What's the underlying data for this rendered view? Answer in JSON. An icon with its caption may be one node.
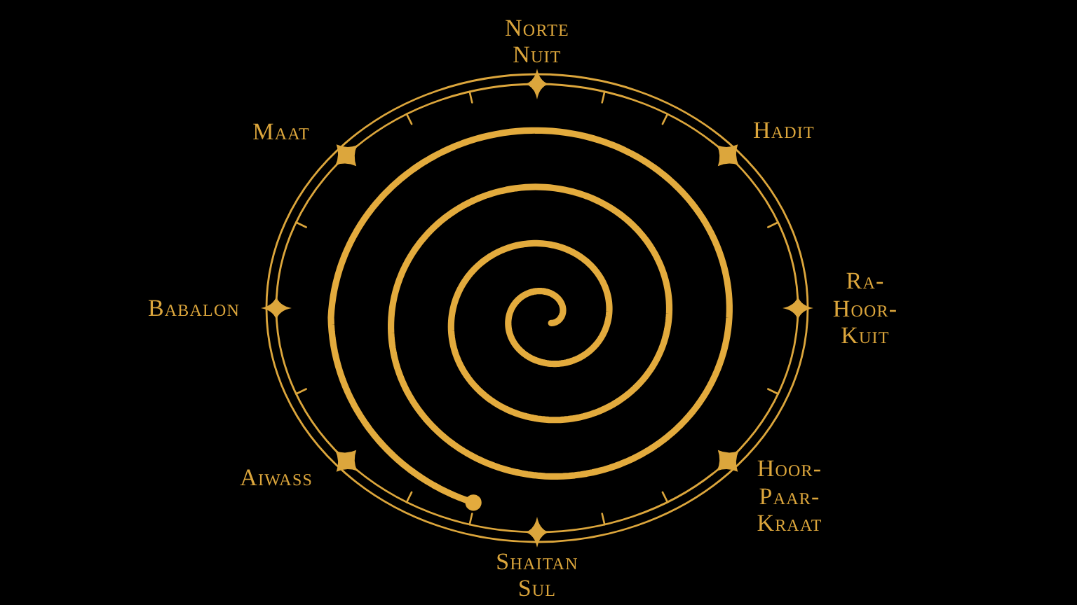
{
  "diagram": {
    "labels": [
      "Norte Nuit",
      "Maat",
      "Hadit",
      "Babalon",
      "Ra-Hoor-Kuit",
      "Aiwass",
      "Hoor-Paar-Kraat",
      "Shaitan Sul"
    ]
  }
}
